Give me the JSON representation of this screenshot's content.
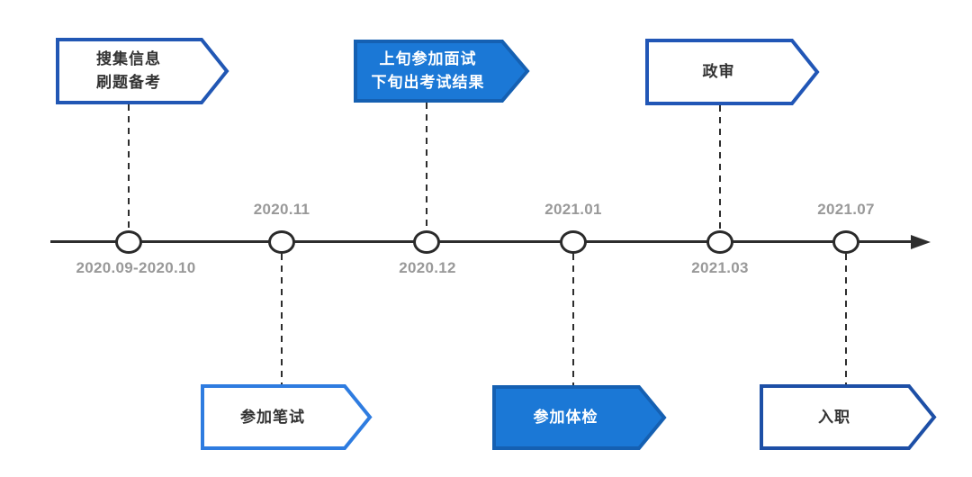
{
  "colors": {
    "solid_banner_fill": "#1b78d6",
    "solid_banner_border": "#1560b2",
    "outline_banner_fill": "#ffffff",
    "banner_text_dark": "#333333",
    "banner_text_light": "#ffffff",
    "timeline_line": "#2d2d2d",
    "date_label_gray": "#999999"
  },
  "timeline": {
    "events": [
      {
        "date": "2020.09-2020.10",
        "label": "搜集信息\n刷题备考",
        "side": "top",
        "variant": "outline",
        "border": "#2157b4"
      },
      {
        "date": "2020.11",
        "label": "参加笔试",
        "side": "bottom",
        "variant": "outline",
        "border": "#2e7ce0"
      },
      {
        "date": "2020.12",
        "label": "上旬参加面试\n下旬出考试结果",
        "side": "top",
        "variant": "solid"
      },
      {
        "date": "2021.01",
        "label": "参加体检",
        "side": "bottom",
        "variant": "solid"
      },
      {
        "date": "2021.03",
        "label": "政审",
        "side": "top",
        "variant": "outline",
        "border": "#2156b6"
      },
      {
        "date": "2021.07",
        "label": "入职",
        "side": "bottom",
        "variant": "outline",
        "border": "#1d4fa6"
      }
    ]
  }
}
